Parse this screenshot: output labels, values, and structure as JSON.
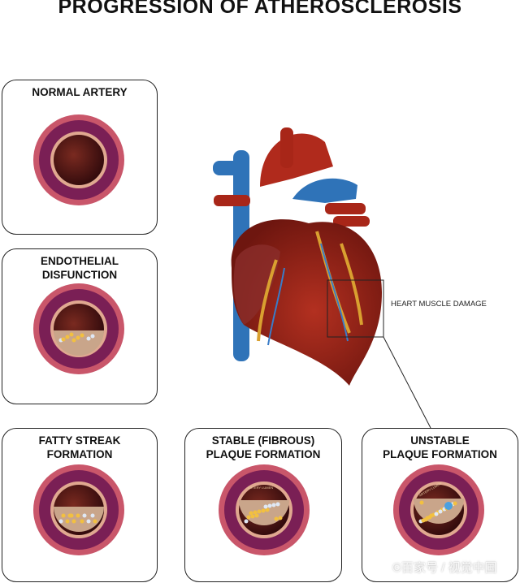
{
  "title": "PROGRESSION OF ATHEROSCLEROSIS",
  "panels": [
    {
      "label": "NORMAL ARTERY"
    },
    {
      "label": "ENDOTHELIAL\nDISFUNCTION"
    },
    {
      "label": "FATTY STREAK\nFORMATION"
    },
    {
      "label": "STABLE (FIBROUS)\nPLAQUE FORMATION",
      "inner_label": "ARTERY LUMEN"
    },
    {
      "label": "UNSTABLE\nPLAQUE FORMATION",
      "inner_label": "ARTERY LUMEN"
    }
  ],
  "heart": {
    "callout": "HEART MUSCLE DAMAGE"
  },
  "watermark": "©百家号 / 视觉中国",
  "colors": {
    "artery_outer": "#c9566a",
    "artery_wall": "#7a1f55",
    "lumen": "#3a0d10",
    "heart": "#9b2418",
    "vein": "#2f73b8"
  }
}
